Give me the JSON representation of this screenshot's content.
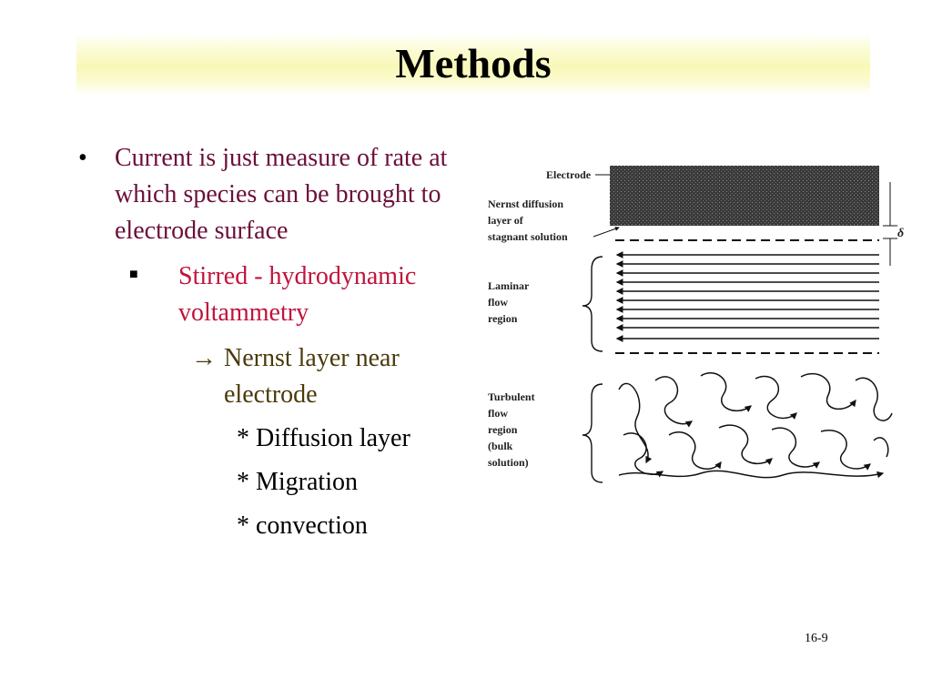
{
  "title": "Methods",
  "bullets": {
    "item1": "Current is just measure of rate at which species can be brought to electrode surface",
    "item2": "Stirred - hydrodynamic voltammetry",
    "item3": "Nernst layer near electrode",
    "sub_items": [
      "* Diffusion layer",
      "* Migration",
      "* convection"
    ]
  },
  "figure": {
    "electrode": "Electrode",
    "nernst": [
      "Nernst diffusion",
      "layer of",
      "stagnant solution"
    ],
    "laminar": [
      "Laminar",
      "flow",
      "region"
    ],
    "turbulent": [
      "Turbulent",
      "flow",
      "region",
      "(bulk",
      "solution)"
    ],
    "delta": "δ"
  },
  "slide_number": "16-9"
}
